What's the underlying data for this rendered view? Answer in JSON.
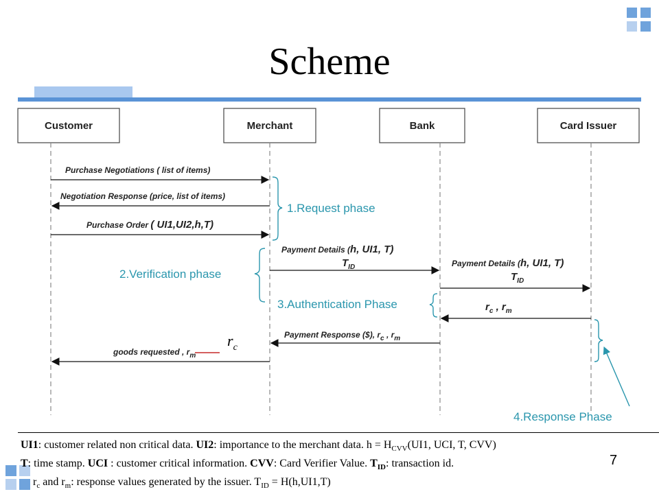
{
  "title": "Scheme",
  "actors": [
    "Customer",
    "Merchant",
    "Bank",
    "Card Issuer"
  ],
  "messages": {
    "m1": "Purchase Negotiations ( list of items)",
    "m2": "Negotiation Response  (price, list of items)",
    "m3a": "Purchase Order ",
    "m3b": "( UI1,UI2,h,T)",
    "m4a": "Payment Details (",
    "m4b": "h, UI1, T)",
    "m4c": "T",
    "m4sub": "ID",
    "m5a": "Payment Details (",
    "m5b": "h, UI1, T)",
    "m5c": "T",
    "m5sub": "ID",
    "m6a": "r",
    "m6sub1": "c",
    "m6b": " , r",
    "m6sub2": "m",
    "m7a": "Payment Response ($), r",
    "m7sub1": "c",
    "m7b": " , r",
    "m7sub2": "m",
    "m8a": "goods requested , r",
    "m8sub": "m",
    "hand_r": "r",
    "hand_sub": "c"
  },
  "phases": {
    "request": "1.Request phase",
    "verification": "2.Verification phase",
    "authentication": "3.Authentication Phase",
    "response": "4.Response Phase"
  },
  "footer": {
    "l1_b1": "UI1",
    "l1_t1": ": customer related non critical data. ",
    "l1_b2": "UI2",
    "l1_t2": ": importance to the merchant data. h = H",
    "l1_sub": "CVV",
    "l1_t3": "(UI1, UCI, T, CVV)",
    "l2_b1": "T",
    "l2_t1": ": time stamp. ",
    "l2_b2": "UCI",
    "l2_t2": " : customer critical information. ",
    "l2_b3": "CVV",
    "l2_t3": ": Card Verifier Value. ",
    "l2_b4": "T",
    "l2_b4sub": "ID",
    "l2_t4": ": transaction id.",
    "l3_t1": "r",
    "l3_sub1": "c",
    "l3_t2": " and r",
    "l3_sub2": "m",
    "l3_t3": ": response values generated by the issuer. T",
    "l3_sub3": "ID",
    "l3_t4": " = H(h,UI1,T)"
  },
  "page_number": "7",
  "colors": {
    "accent": "#5a93d6",
    "phase_label": "#2a96ad"
  }
}
